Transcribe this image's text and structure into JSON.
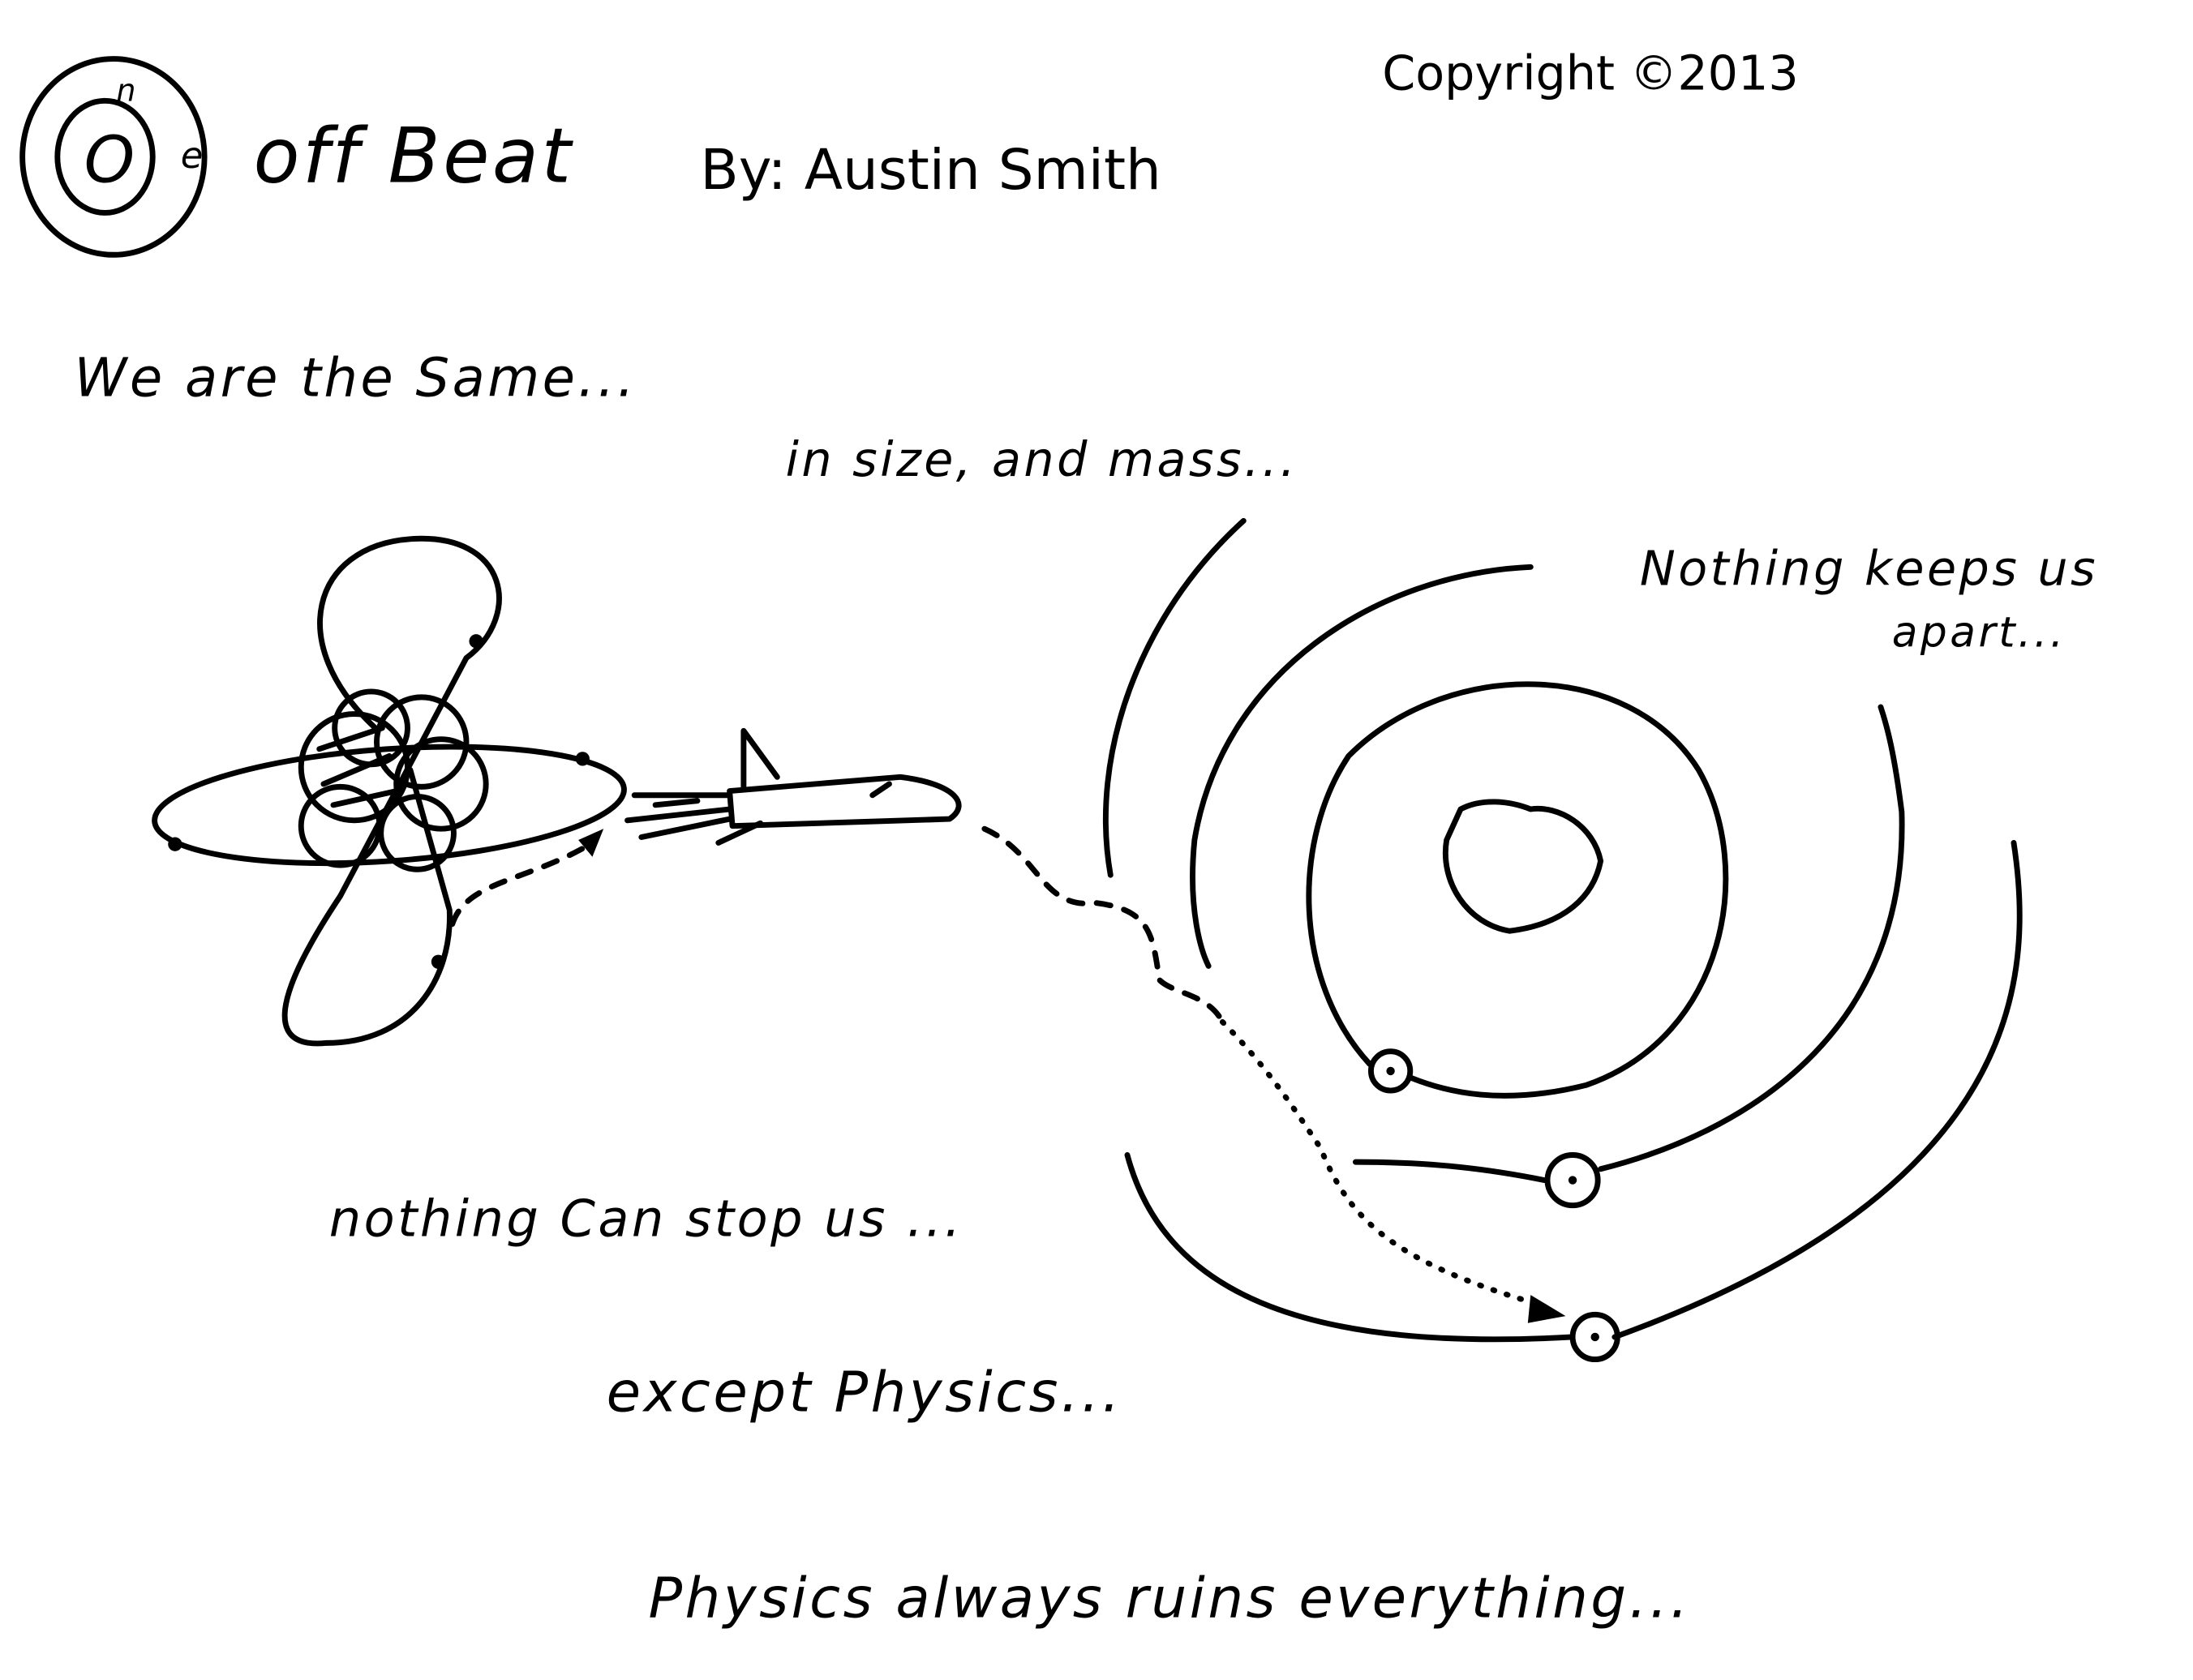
{
  "header": {
    "logo_text": "One Off Beat",
    "logo_letters": {
      "o": "O",
      "n": "n",
      "e": "e"
    },
    "logo_rest": "off Beat",
    "byline": "By: Austin Smith",
    "copyright": "Copyright ©2013"
  },
  "captions": {
    "same": "We are the Same...",
    "size": "in size, and mass...",
    "apart_1": "Nothing keeps us",
    "apart_2": "apart...",
    "stop": "nothing Can stop us ...",
    "except": "except Physics...",
    "ruins": "Physics always ruins everything..."
  }
}
